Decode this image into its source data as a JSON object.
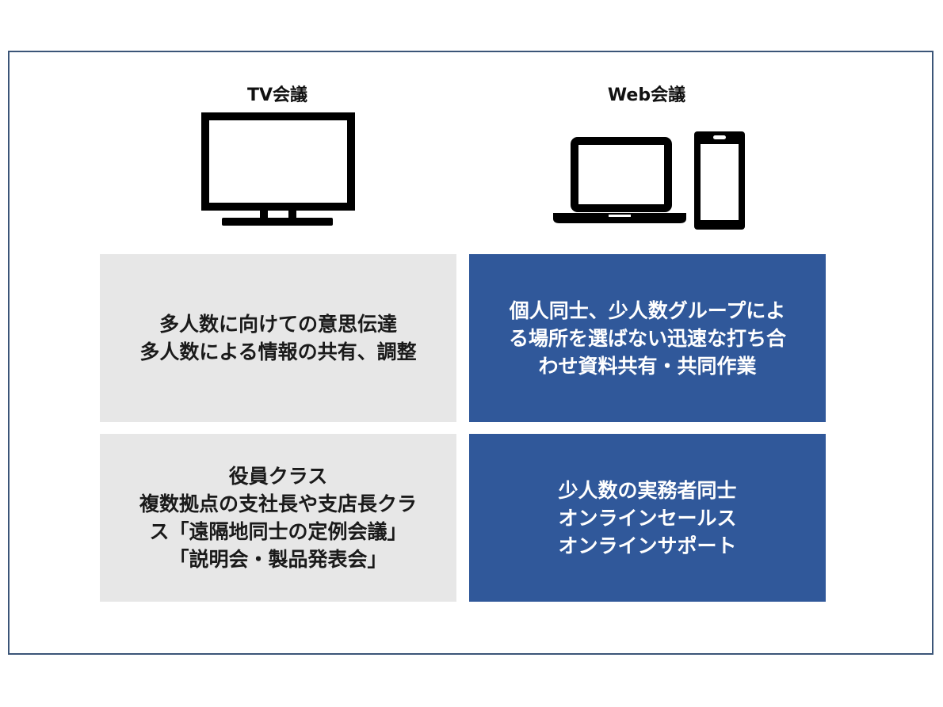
{
  "columns": {
    "tv": {
      "title": "TV会議",
      "icon": "tv-monitor-icon",
      "use_case": {
        "lines": [
          "多人数に向けての意思伝達",
          "多人数による情報の共有、調整"
        ]
      },
      "users": {
        "lines": [
          "役員クラス",
          "複数拠点の支社長や支店長クラ",
          "ス「遠隔地同士の定例会議」",
          "「説明会・製品発表会」"
        ]
      }
    },
    "web": {
      "title": "Web会議",
      "icons": [
        "laptop-icon",
        "smartphone-icon"
      ],
      "use_case": {
        "lines": [
          "個人同士、少人数グループによ",
          "る場所を選ばない迅速な打ち合",
          "わせ資料共有・共同作業"
        ]
      },
      "users": {
        "lines": [
          "少人数の実務者同士",
          "オンラインセールス",
          "オンラインサポート"
        ]
      }
    }
  },
  "colors": {
    "frame_border": "#3b5578",
    "gray_box": "#e7e7e7",
    "blue_box": "#30589a",
    "icon": "#000000"
  }
}
